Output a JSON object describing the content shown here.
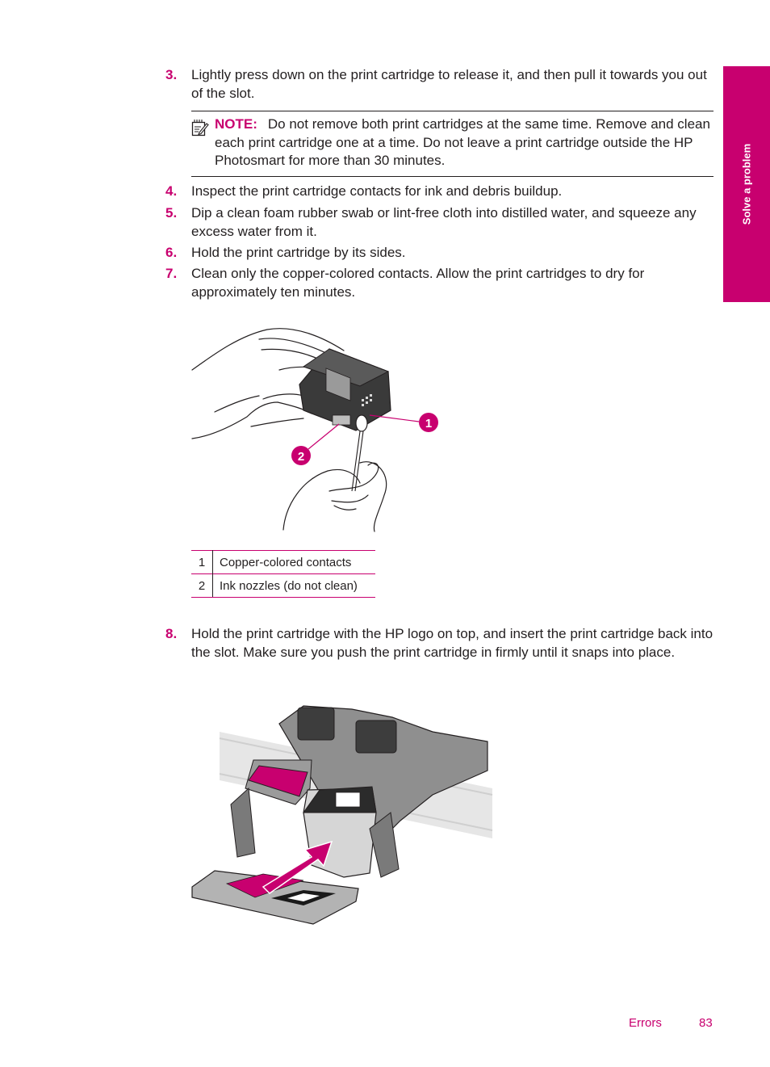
{
  "steps": [
    {
      "num": "3.",
      "text": "Lightly press down on the print cartridge to release it, and then pull it towards you out of the slot."
    },
    {
      "num": "4.",
      "text": "Inspect the print cartridge contacts for ink and debris buildup."
    },
    {
      "num": "5.",
      "text": "Dip a clean foam rubber swab or lint-free cloth into distilled water, and squeeze any excess water from it."
    },
    {
      "num": "6.",
      "text": "Hold the print cartridge by its sides."
    },
    {
      "num": "7.",
      "text": "Clean only the copper-colored contacts. Allow the print cartridges to dry for approximately ten minutes."
    },
    {
      "num": "8.",
      "text": "Hold the print cartridge with the HP logo on top, and insert the print cartridge back into the slot. Make sure you push the print cartridge in firmly until it snaps into place."
    }
  ],
  "note": {
    "label": "NOTE:",
    "text": "Do not remove both print cartridges at the same time. Remove and clean each print cartridge one at a time. Do not leave a print cartridge outside the HP Photosmart for more than 30 minutes."
  },
  "side_tab": "Solve a problem",
  "figure1": {
    "callouts": [
      "1",
      "2"
    ]
  },
  "legend": [
    {
      "num": "1",
      "label": "Copper-colored contacts"
    },
    {
      "num": "2",
      "label": "Ink nozzles (do not clean)"
    }
  ],
  "footer": {
    "section": "Errors",
    "page": "83"
  },
  "colors": {
    "accent": "#c8006f",
    "text": "#231f20"
  }
}
